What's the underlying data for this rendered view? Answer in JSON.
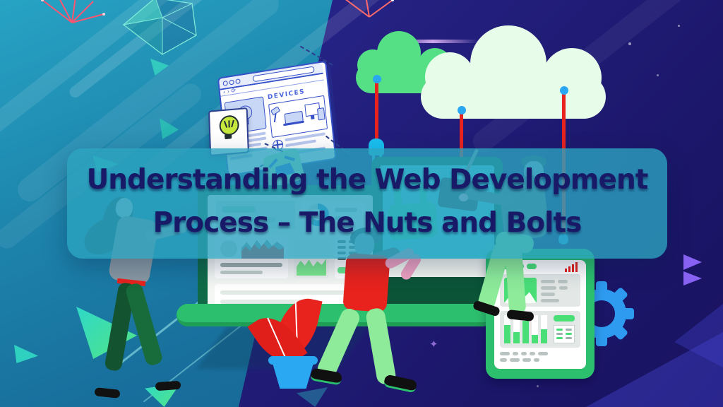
{
  "title": {
    "line1": "Understanding the Web Development",
    "line2": "Process – The Nuts and Bolts"
  },
  "browser": {
    "heading": "DEVICES"
  },
  "palette": {
    "background_teal": "#1d84ab",
    "background_navy": "#201b77",
    "banner_teal": "#2ba2be",
    "title_navy": "#181a68",
    "cloud_green": "#55e085",
    "cloud_mint": "#e7fce9",
    "cord_red": "#e8231d",
    "plug_cyan": "#19c0f0",
    "dot_blue": "#2aa7f2",
    "monitor_frame_green": "#0f6b47",
    "screen_cyan": "#55d9e8",
    "shelf_green": "#2cbf6d",
    "lock_green": "#3ee0aa",
    "chart_red": "#e8231d",
    "chart_green": "#7ce98f",
    "tablet_green": "#2cbf6d",
    "gear_blue": "#2e9bf0",
    "browser_line_blue": "#3550c8",
    "bulb_green": "#c6e83c",
    "pot_blue": "#2aa9f2",
    "triangle_purple": "#8862f2"
  }
}
